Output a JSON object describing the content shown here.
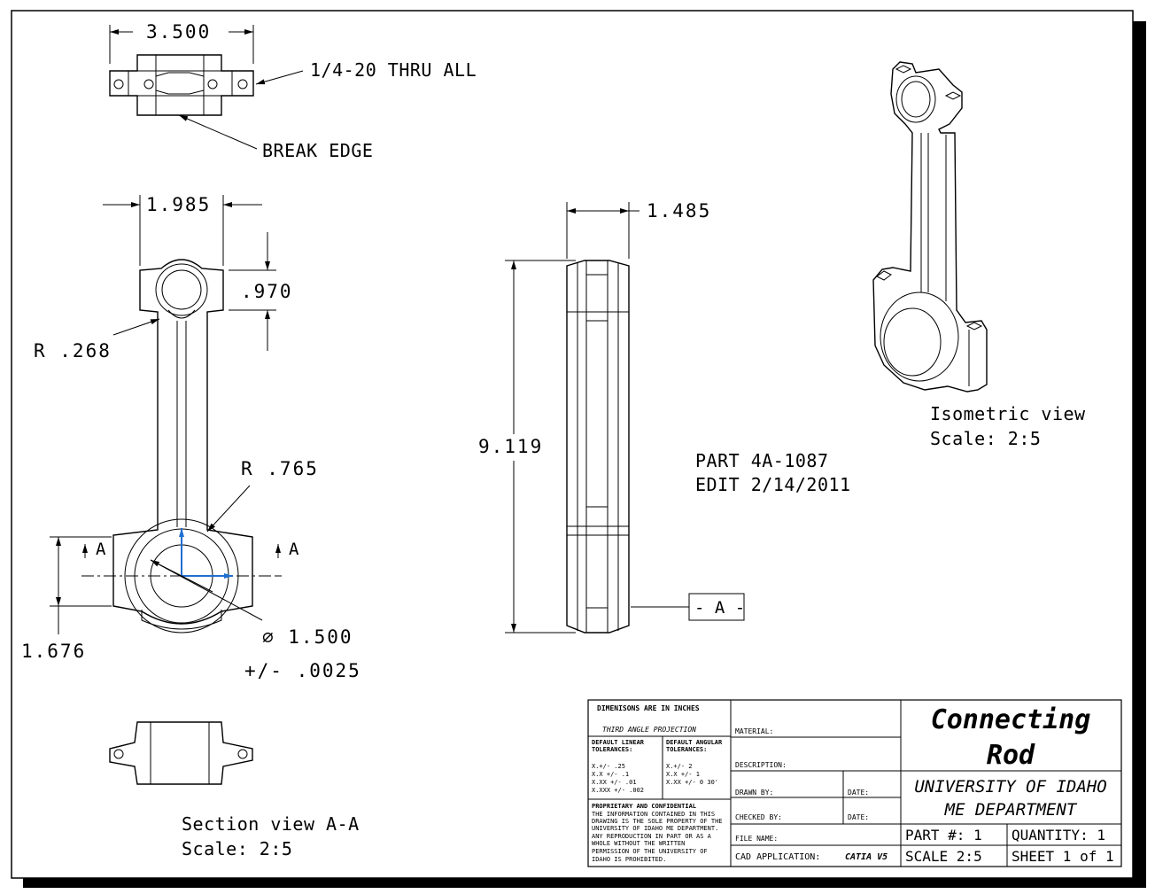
{
  "dimensions": {
    "top_width": "3.500",
    "thread_note": "1/4-20 THRU ALL",
    "break_edge": "BREAK EDGE",
    "small_end_width": "1.985",
    "small_end_height": ".970",
    "fillet_small": "R .268",
    "fillet_large": "R .765",
    "section_arrow_left": "A",
    "section_arrow_right": "A",
    "big_end_height": "1.676",
    "bore_diameter": "⌀ 1.500",
    "bore_tolerance": "+/-  .0025",
    "thickness": "1.485",
    "overall_length": "9.119",
    "datum": "- A -"
  },
  "part_note": {
    "part": "PART 4A-1087",
    "edit": "EDIT 2/14/2011"
  },
  "views": {
    "iso_label": "Isometric view",
    "iso_scale": "Scale:  2:5",
    "section_label": "Section view A-A",
    "section_scale": "Scale:  2:5"
  },
  "title_block": {
    "units": "DIMENISONS ARE IN INCHES",
    "projection": "THIRD ANGLE PROJECTION",
    "linear_header_1": "DEFAULT LINEAR",
    "linear_header_2": "TOLERANCES:",
    "linear_1": "X.+/- .25",
    "linear_2": "X.X +/- .1",
    "linear_3": "X.XX +/- .01",
    "linear_4": "X.XXX +/- .002",
    "angular_header_1": "DEFAULT ANGULAR",
    "angular_header_2": "TOLERANCES:",
    "angular_1": "X.+/- 2",
    "angular_2": "X.X +/- 1",
    "angular_3": "X.XX +/- 0 30'",
    "prop_header": "PROPRIETARY AND CONFIDENTIAL",
    "prop_1": "THE INFORMATION CONTAINED IN THIS",
    "prop_2": "DRAWING IS THE SOLE PROPERTY OF THE",
    "prop_3": "UNIVERSITY OF IDAHO ME DEPARTMENT.",
    "prop_4": "ANY REPRODUCTION IN PART OR AS A",
    "prop_5": "WHOLE WITHOUT THE WRITTEN",
    "prop_6": "PERMISSION OF THE UNIVERSITY OF",
    "prop_7": "IDAHO IS PROHIBITED.",
    "material": "MATERIAL:",
    "description": "DESCRIPTION:",
    "drawn_by": "DRAWN BY:",
    "date_1": "DATE:",
    "checked_by": "CHECKED BY:",
    "date_2": "DATE:",
    "file_name": "FILE NAME:",
    "cad_label": "CAD APPLICATION:",
    "cad_value": "CATIA V5",
    "title_line1": "Connecting",
    "title_line2": "Rod",
    "university": "UNIVERSITY OF IDAHO",
    "department": "ME DEPARTMENT",
    "part_no": "PART #: 1",
    "quantity": "QUANTITY: 1",
    "scale": "SCALE 2:5",
    "sheet": "SHEET 1 of 1"
  },
  "colors": {
    "axis_blue": "#1f6fd0",
    "line": "#000000",
    "shadow": "#000000"
  }
}
